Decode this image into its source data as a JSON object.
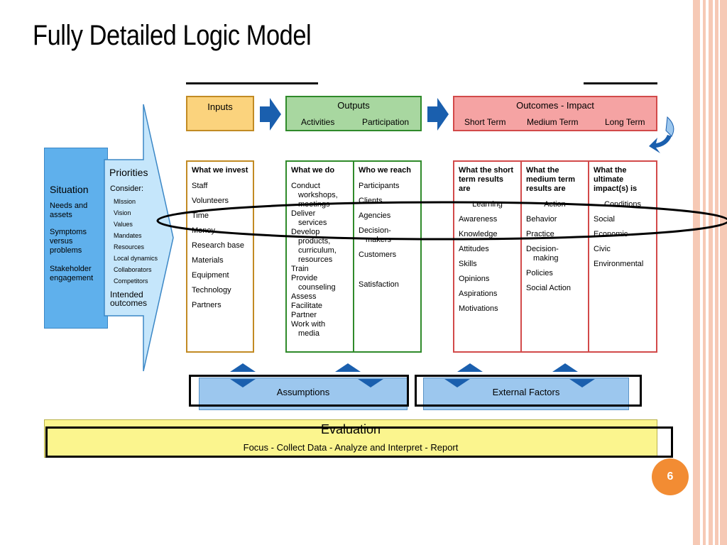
{
  "slide_title": "Fully Detailed Logic Model",
  "page_number": "6",
  "colors": {
    "stripe": "#f6c9b5",
    "inputs": "#fbd37d",
    "inputs_border": "#c28b24",
    "outputs": "#a8d7a0",
    "outputs_border": "#2f8a2a",
    "outcomes": "#f5a3a3",
    "outcomes_border": "#d24a4a",
    "situation": "#5fb0ec",
    "priorities": "#c5e6fb",
    "arrow": "#1a5fae",
    "eval": "#fbf58e",
    "badge": "#f28c33"
  },
  "headers": {
    "inputs": "Inputs",
    "outputs": "Outputs",
    "outputs_activities": "Activities",
    "outputs_participation": "Participation",
    "outcomes": "Outcomes - Impact",
    "short_term": "Short Term",
    "medium_term": "Medium Term",
    "long_term": "Long Term"
  },
  "situation": {
    "title": "Situation",
    "items": [
      "Needs and assets",
      "Symptoms versus problems",
      "Stakeholder engagement"
    ]
  },
  "priorities": {
    "title": "Priorities",
    "consider": "Consider:",
    "items": [
      "MIssion",
      "Vision",
      "Values",
      "Mandates",
      "Resources",
      "Local dynamics",
      "Collaborators",
      "Competitors"
    ],
    "intended": "Intended outcomes"
  },
  "inputs_col": {
    "heading": "What we invest",
    "items": [
      "Staff",
      "Volunteers",
      "Time",
      "Money",
      "Research base",
      "Materials",
      "Equipment",
      "Technology",
      "Partners"
    ]
  },
  "activities_col": {
    "heading": "What we do",
    "items": [
      "Conduct",
      "workshops,",
      "meetings",
      "Deliver",
      "services",
      "Develop",
      "products,",
      "curriculum,",
      "resources",
      "Train",
      "Provide",
      "counseling",
      "Assess",
      "Facilitate",
      "Partner",
      "Work with",
      "media"
    ]
  },
  "participation_col": {
    "heading": "Who we reach",
    "items": [
      "Participants",
      "Clients",
      "Agencies",
      "Decision-",
      "makers",
      "Customers",
      "Satisfaction"
    ]
  },
  "short_col": {
    "heading": "What the short term results are",
    "items": [
      "Learning",
      "Awareness",
      "Knowledge",
      "Attitudes",
      "Skills",
      "Opinions",
      "Aspirations",
      "Motivations"
    ]
  },
  "medium_col": {
    "heading": "What the medium term results are",
    "items": [
      "Action",
      "Behavior",
      "Practice",
      "Decision-",
      "making",
      "Policies",
      "Social Action"
    ]
  },
  "long_col": {
    "heading": "What the ultimate impact(s) is",
    "items": [
      "Conditions",
      "Social",
      "Economic",
      "Civic",
      "Environmental"
    ]
  },
  "assumptions": "Assumptions",
  "external_factors": "External Factors",
  "evaluation": {
    "title": "Evaluation",
    "subtitle": "Focus - Collect Data - Analyze and Interpret - Report"
  }
}
